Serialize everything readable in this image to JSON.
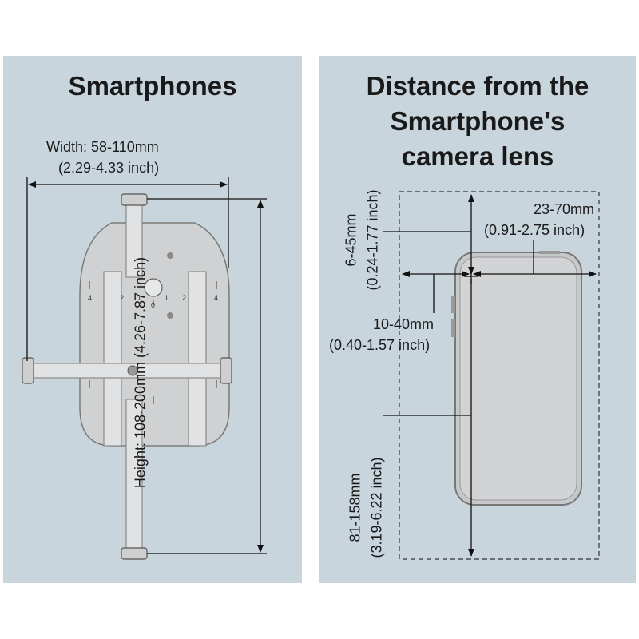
{
  "left_panel": {
    "title": "Smartphones",
    "width_label": "Width: 58-110mm",
    "width_label_inch": "(2.29-4.33 inch)",
    "height_label": "Height: 108-200mm (4.26-7.87 inch)",
    "scale_marks": [
      "4",
      "2",
      "1",
      "0",
      "1",
      "2",
      "4"
    ]
  },
  "right_panel": {
    "title_lines": [
      "Distance from the",
      "Smartphone's",
      "camera lens"
    ],
    "top_offset_label": "6-45mm",
    "top_offset_label_inch": "(0.24-1.77 inch)",
    "side_offset_label": "23-70mm",
    "side_offset_label_inch": "(0.91-2.75 inch)",
    "lens_offset_label": "10-40mm",
    "lens_offset_label_inch": "(0.40-1.57 inch)",
    "bottom_offset_label": "81-158mm",
    "bottom_offset_label_inch": "(3.19-6.22 inch)"
  },
  "colors": {
    "panel_bg": "#c8d5dc",
    "device_fill": "#cfd1d2",
    "device_stroke": "#7a7a7a",
    "line": "#111111"
  }
}
